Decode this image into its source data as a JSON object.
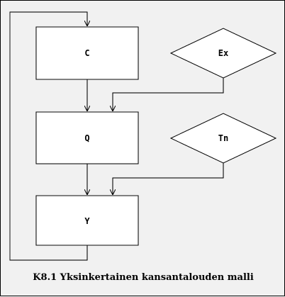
{
  "diagram": {
    "nodes": {
      "c": "C",
      "q": "Q",
      "y": "Y",
      "ex": "Ex",
      "tn": "Tn"
    },
    "caption": "K8.1 Yksinkertainen kansantalouden malli"
  }
}
